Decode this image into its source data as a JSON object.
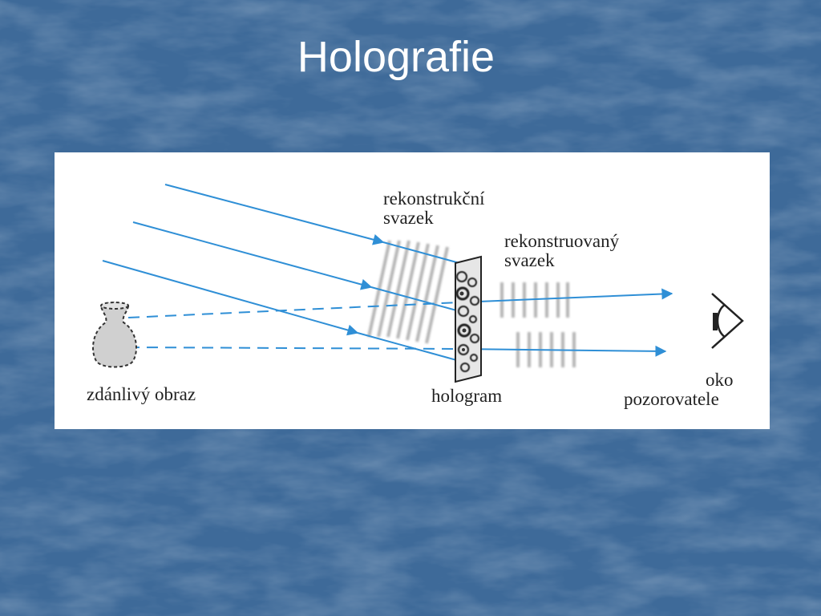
{
  "slide": {
    "title": "Holografie"
  },
  "colors": {
    "background": "#3e6a99",
    "ray": "#2f8fd6",
    "title_text": "#ffffff",
    "figure_background": "#ffffff"
  },
  "figure": {
    "labels": {
      "reconstruction_beam": [
        "rekonstrukční",
        "svazek"
      ],
      "reconstructed_beam": [
        "rekonstruovaný",
        "svazek"
      ],
      "virtual_image": "zdánlivý obraz",
      "hologram": "hologram",
      "observer_eye": [
        "oko",
        "pozorovatele"
      ]
    },
    "icons": [
      "vase-icon",
      "eye-icon"
    ]
  }
}
